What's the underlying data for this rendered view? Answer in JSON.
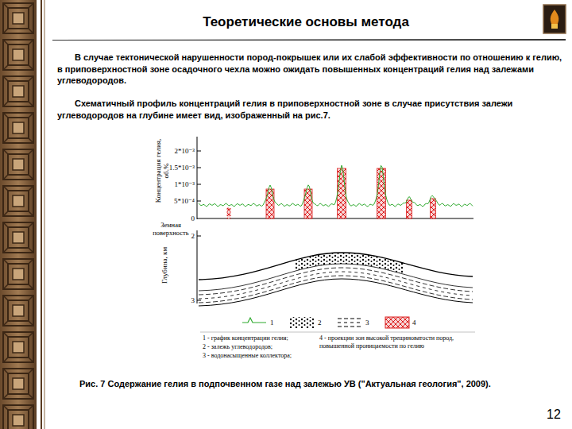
{
  "diagram": {
    "title": "Теоретические основы метода",
    "caption": "Рис. 7 Содержание гелия в подпочвенном газе над залежью УВ (\"Актуальная геология\", 2009).",
    "labels": [
      "В случае тектонической нарушенности пород-покрышек или их слабой эффективности по отношению к гелию, в приповерхностной зоне осадочного чехла можно ожидать повышенных концентраций гелия над залежами углеводородов.",
      "Схематичный профиль концентраций гелия в приповерхностной зоне в случае присутствия залежи углеводородов на глубине имеет вид, изображенный на рис.7.",
      "Концентрация гелия, об.%",
      "2*10⁻³",
      "1.5*10⁻³",
      "1*10⁻³",
      "5*10⁻⁴",
      "0",
      "Земная поверхность",
      "Глубина, км",
      "2",
      "3",
      "1",
      "2",
      "3",
      "4",
      "12"
    ],
    "legend": [
      {
        "text": "1 - график концентрации гелия;"
      },
      {
        "text": "2 - залежь углеводородов;"
      },
      {
        "text": "3 - водонасыщенные коллектора;"
      },
      {
        "text": "4 - проекции зон высокой трещиноватости пород, повышенной проницаемости по гелию"
      }
    ]
  }
}
